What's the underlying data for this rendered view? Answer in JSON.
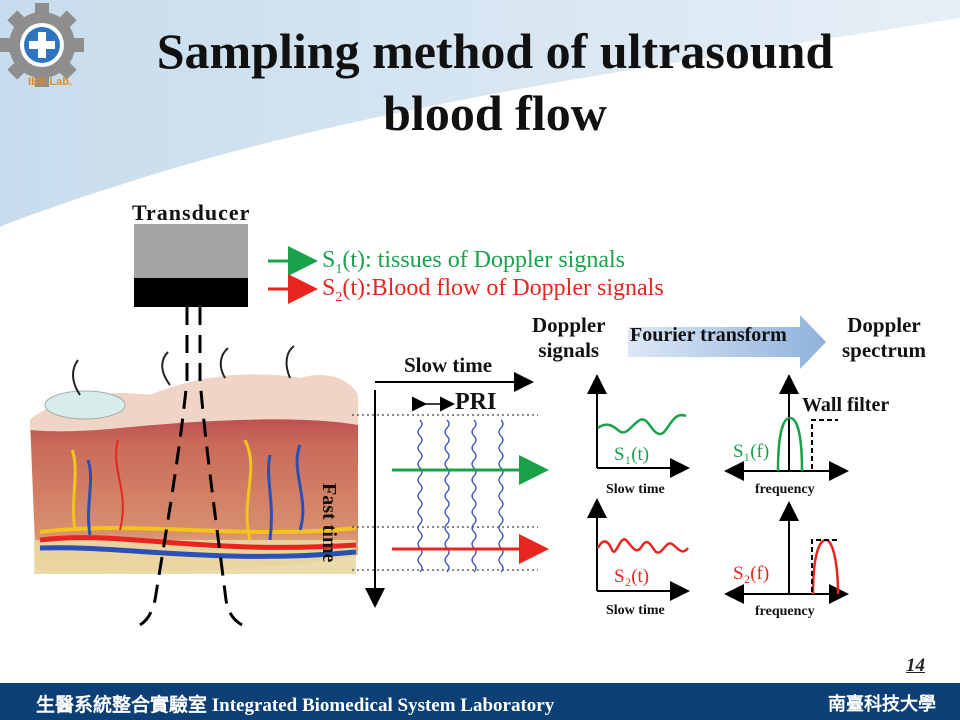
{
  "title": {
    "line1": "Sampling method of ultrasound",
    "line2": "blood flow"
  },
  "logo": {
    "text": "IBS Lab."
  },
  "diagram": {
    "transducer_label": "Transducer",
    "legend": [
      {
        "prefix": "S",
        "sub": "1",
        "text": "(t): tissues of Doppler signals",
        "color": "#1aa24b"
      },
      {
        "prefix": "S",
        "sub": "2",
        "text": "(t):Blood flow of Doppler signals",
        "color": "#e8251f"
      }
    ],
    "slow_time": "Slow time",
    "pri": "PRI",
    "fast_time": "Fast time",
    "doppler_signals": {
      "line1": "Doppler",
      "line2": "signals"
    },
    "fourier_transform": "Fourier transform",
    "doppler_spectrum": {
      "line1": "Doppler",
      "line2": "spectrum"
    },
    "wall_filter": "Wall filter",
    "s1t": "S₁(t)",
    "s2t": "S₂(t)",
    "s1f": "S₁(f)",
    "s2f": "S₂(f)",
    "slow_time_axis_top": "Slow time",
    "slow_time_axis_bottom": "Slow time",
    "frequency_axis_top": "frequency",
    "frequency_axis_bottom": "frequency",
    "tissue_color": "#1aa24b",
    "blood_color": "#e8251f"
  },
  "page_number": "14",
  "footer": {
    "lab_name": "生醫系統整合實驗室 Integrated Biomedical System Laboratory",
    "university_logo": "南臺科技大學"
  }
}
